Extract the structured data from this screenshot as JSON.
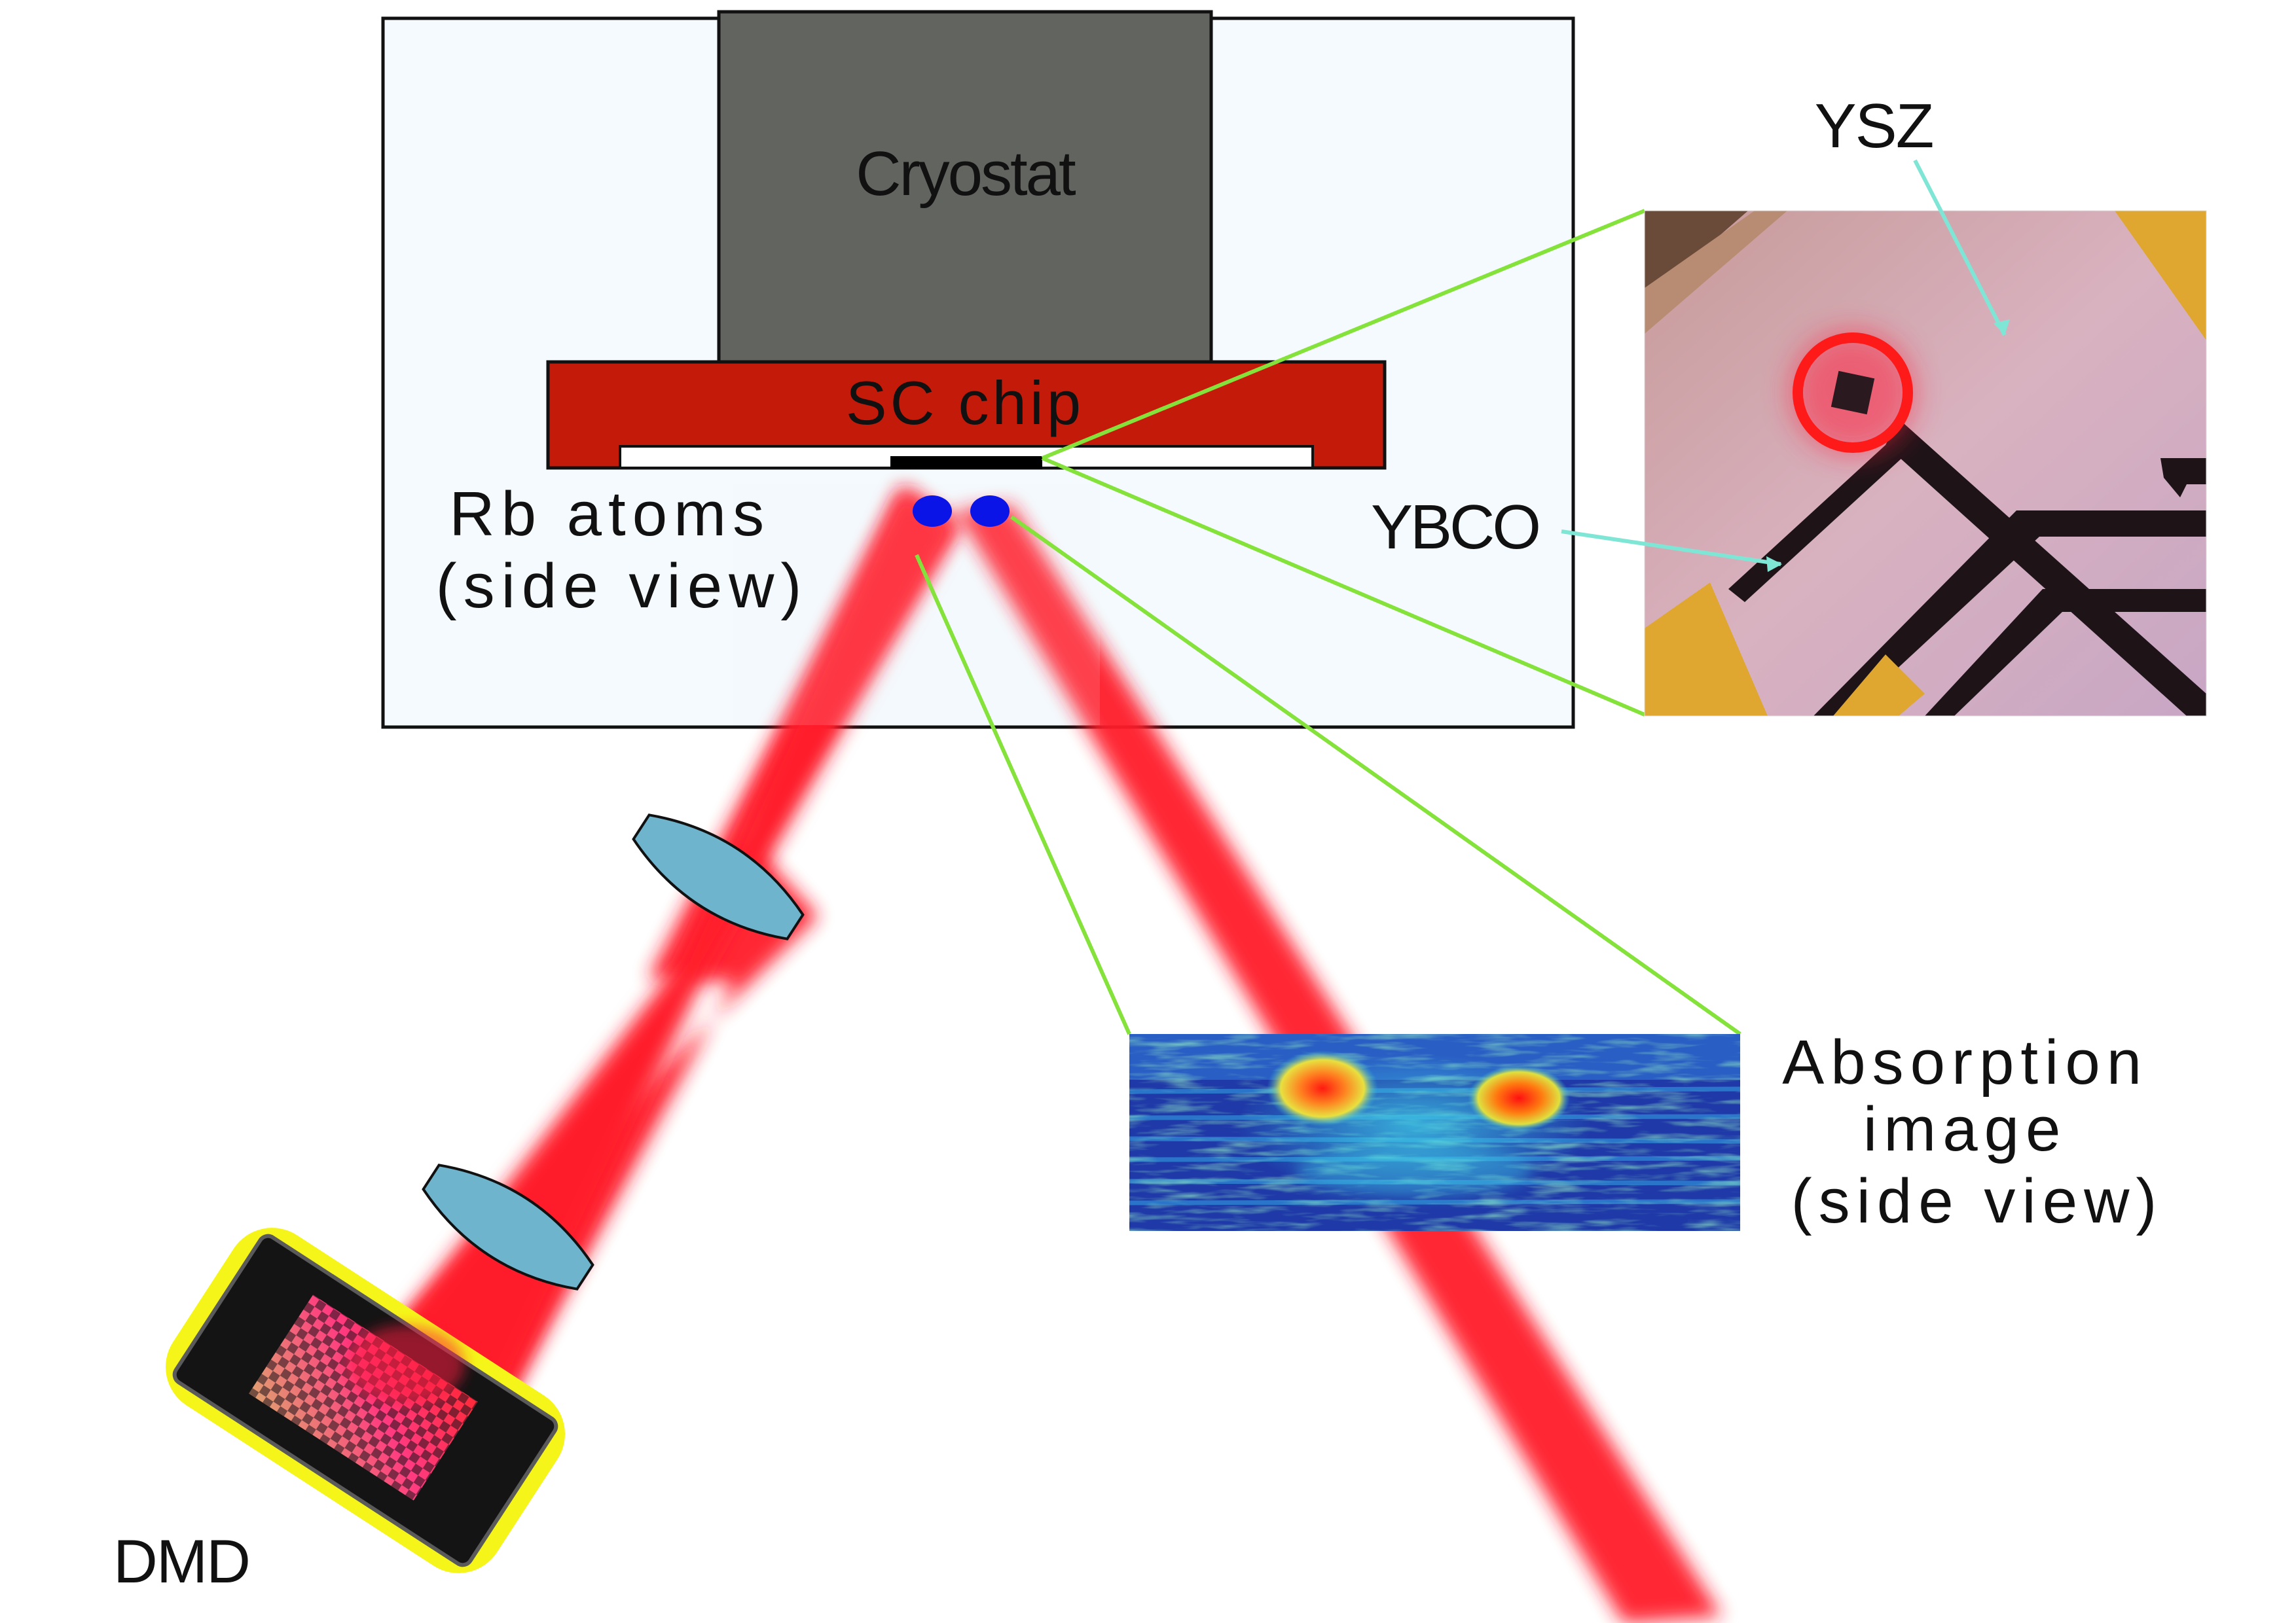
{
  "labels": {
    "cryostat": "Cryostat",
    "sc_chip": "SC chip",
    "rb_atoms_line1": "Rb atoms",
    "rb_atoms_line2": "(side view)",
    "ysz": "YSZ",
    "ybco": "YBCO",
    "absorption_line1": "Absorption",
    "absorption_line2": "image",
    "absorption_line3": "(side view)",
    "dmd": "DMD"
  },
  "colors": {
    "chamber_fill": "#f4fafd",
    "cryostat_fill": "#61645f",
    "chip_fill": "#c41a09",
    "laser": "#ff1a2a",
    "atoms": "#0a14e6",
    "lens_fill": "#6db4cc",
    "callout_green": "#84e23a",
    "pointer_cyan": "#7fe6d6",
    "dmd_frame": "#f5f519",
    "photo_ring": "#ff1a1a"
  }
}
